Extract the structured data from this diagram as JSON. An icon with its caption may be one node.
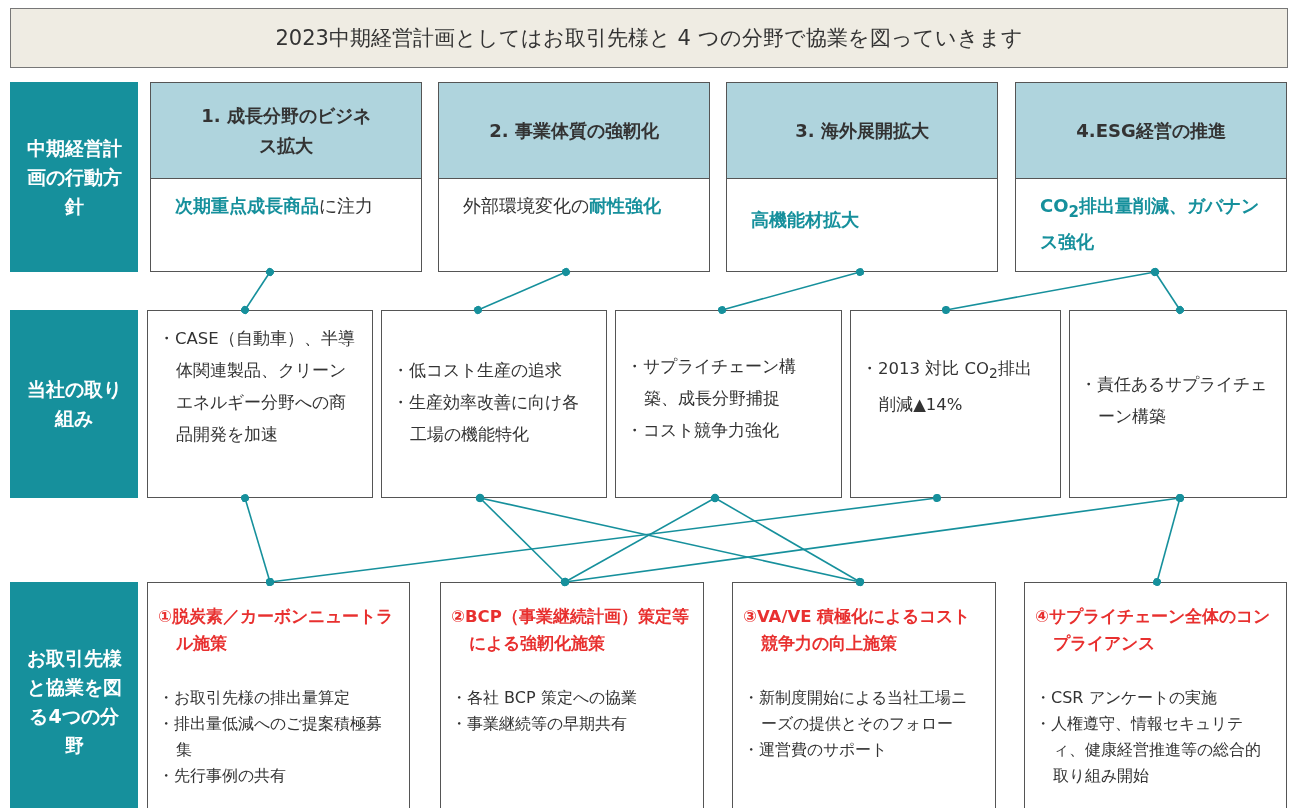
{
  "diagram": {
    "nodes": [
      {
        "text": [
          "2023中期経営計画としてはお取引先様と 4 つの分野で協業を図っていきます"
        ]
      },
      {
        "text": [
          "中期経営計画の行動方針"
        ]
      },
      {
        "text": [
          "1. 成長分野のビジネス拡大",
          "**次期重点成長商品**に注力"
        ]
      },
      {
        "text": [
          "2. 事業体質の強靭化",
          "外部環境変化の**耐性強化**"
        ]
      },
      {
        "text": [
          "3. 海外展開拡大",
          "高機能材拡大"
        ]
      },
      {
        "text": [
          "4.ESG経営の推進",
          "CO$_{2}$排出量削減、ガバナンス強化"
        ]
      },
      {
        "text": [
          "当社の取り組み"
        ]
      },
      {
        "text": [
          "・CASE（自動車）、半導体関連製品、クリーンエネルギー分野への商品開発を加速"
        ]
      },
      {
        "text": [
          "・低コスト生産の追求",
          "・生産効率改善に向け各工場の機能特化"
        ]
      },
      {
        "text": [
          "・サプライチェーン構築、成長分野捕捉",
          "・コスト競争力強化"
        ]
      },
      {
        "text": [
          "・2013 対比 CO$_{2}$排出削減▲14%"
        ]
      },
      {
        "text": [
          "・責任あるサプライチェーン構築"
        ]
      },
      {
        "text": [
          "お取引先様と協業を図る4つの分野"
        ]
      },
      {
        "text": [
          "①脱炭素／カーボンニュートラル施策",
          "・お取引先様の排出量算定",
          "・排出量低減へのご提案積極募集",
          "・先行事例の共有"
        ]
      },
      {
        "text": [
          "②BCP（事業継続計画）策定等による強靭化施策",
          "・各社 BCP 策定への協業",
          "・事業継続等の早期共有"
        ]
      },
      {
        "text": [
          "③VA/VE 積極化によるコスト競争力の向上施策",
          "・新制度開始による当社工場ニーズの提供とそのフォロー",
          "・運営費のサポート"
        ]
      },
      {
        "text": [
          "④サプライチェーン全体のコンプライアンス",
          "・CSR アンケートの実施",
          "・人権遵守、情報セキュリティ、健康経営推進等の総合的取り組み開始"
        ]
      }
    ],
    "edges": [
      {
        "from": 2,
        "to": 7,
        "arrow": "other"
      },
      {
        "from": 3,
        "to": 8,
        "arrow": "other"
      },
      {
        "from": 4,
        "to": 9,
        "arrow": "other"
      },
      {
        "from": 5,
        "to": 10,
        "arrow": "other"
      },
      {
        "from": 5,
        "to": 11,
        "arrow": "other"
      },
      {
        "from": 7,
        "to": 13,
        "arrow": "other"
      },
      {
        "from": 8,
        "to": 14,
        "arrow": "other"
      },
      {
        "from": 8,
        "to": 15,
        "arrow": "other"
      },
      {
        "from": 9,
        "to": 14,
        "arrow": "other"
      },
      {
        "from": 9,
        "to": 15,
        "arrow": "other"
      },
      {
        "from": 10,
        "to": 13,
        "arrow": "other"
      },
      {
        "from": 11,
        "to": 14,
        "arrow": "other"
      },
      {
        "from": 11,
        "to": 16,
        "arrow": "other"
      }
    ]
  }
}
